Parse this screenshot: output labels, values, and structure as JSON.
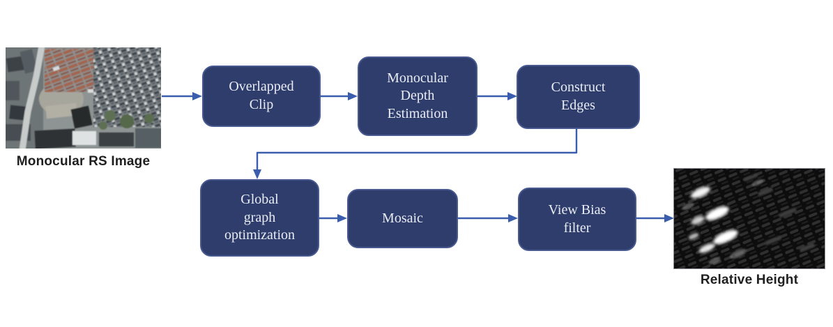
{
  "diagram": {
    "type": "flowchart",
    "source_image": {
      "caption": "Monocular RS Image",
      "content": "satellite-rgb-photo-of-urban-area"
    },
    "output_image": {
      "caption": "Relative Height",
      "content": "grayscale-relative-height-map"
    },
    "nodes": [
      {
        "id": "overlapped-clip",
        "label": "Overlapped\nClip"
      },
      {
        "id": "monocular-depth-estimation",
        "label": "Monocular\nDepth\nEstimation"
      },
      {
        "id": "construct-edges",
        "label": "Construct\nEdges"
      },
      {
        "id": "global-graph-optimization",
        "label": "Global\ngraph\noptimization"
      },
      {
        "id": "mosaic",
        "label": "Mosaic"
      },
      {
        "id": "view-bias-filter",
        "label": "View Bias\nfilter"
      }
    ],
    "edges": [
      {
        "from": "monocular-rs-image",
        "to": "overlapped-clip"
      },
      {
        "from": "overlapped-clip",
        "to": "monocular-depth-estimation"
      },
      {
        "from": "monocular-depth-estimation",
        "to": "construct-edges"
      },
      {
        "from": "construct-edges",
        "to": "global-graph-optimization"
      },
      {
        "from": "global-graph-optimization",
        "to": "mosaic"
      },
      {
        "from": "mosaic",
        "to": "view-bias-filter"
      },
      {
        "from": "view-bias-filter",
        "to": "relative-height"
      }
    ],
    "colors": {
      "node_fill": "#2f3d6c",
      "node_border": "#47598f",
      "node_text": "#e9ecf4",
      "arrow": "#3b5dad",
      "caption_text": "#1f1f1f",
      "background": "#ffffff"
    }
  }
}
